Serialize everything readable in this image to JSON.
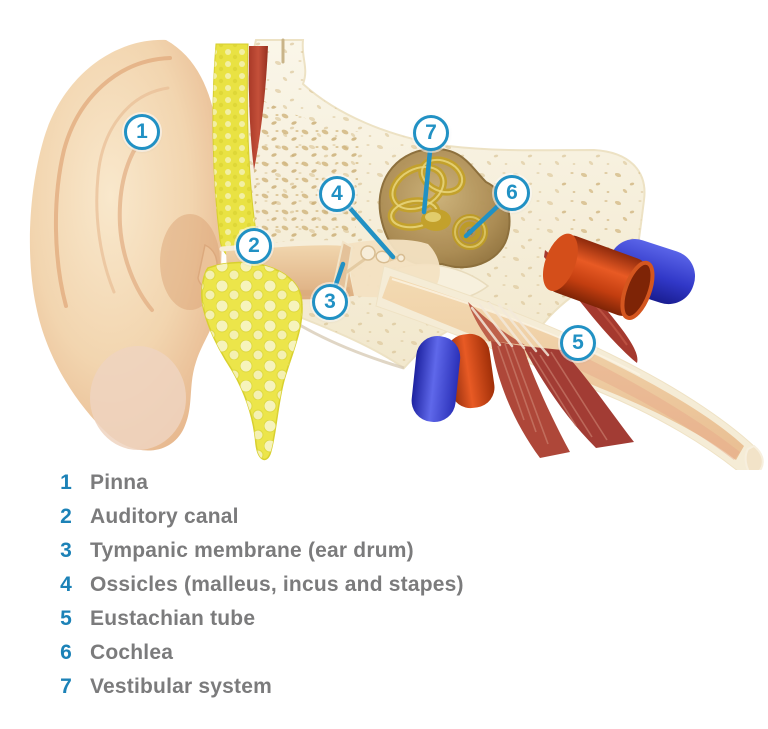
{
  "legend": {
    "items": [
      {
        "number": "1",
        "label": "Pinna"
      },
      {
        "number": "2",
        "label": "Auditory canal"
      },
      {
        "number": "3",
        "label": "Tympanic membrane (ear drum)"
      },
      {
        "number": "4",
        "label": "Ossicles (malleus, incus and stapes)"
      },
      {
        "number": "5",
        "label": "Eustachian tube"
      },
      {
        "number": "6",
        "label": "Cochlea"
      },
      {
        "number": "7",
        "label": "Vestibular system"
      }
    ]
  },
  "colors": {
    "marker_blue": "#2191C4",
    "legend_number_blue": "#1C82B7",
    "legend_text_gray": "#7B7B7C",
    "skin": "#EFCBA1",
    "bone_cream": "#F8F2E2",
    "cartilage_yellow": "#E9E243",
    "muscle_red": "#B8402E",
    "vessel_red": "#C33E10",
    "vessel_blue": "#3138C8",
    "inner_ear_gold": "#C3A12C"
  }
}
